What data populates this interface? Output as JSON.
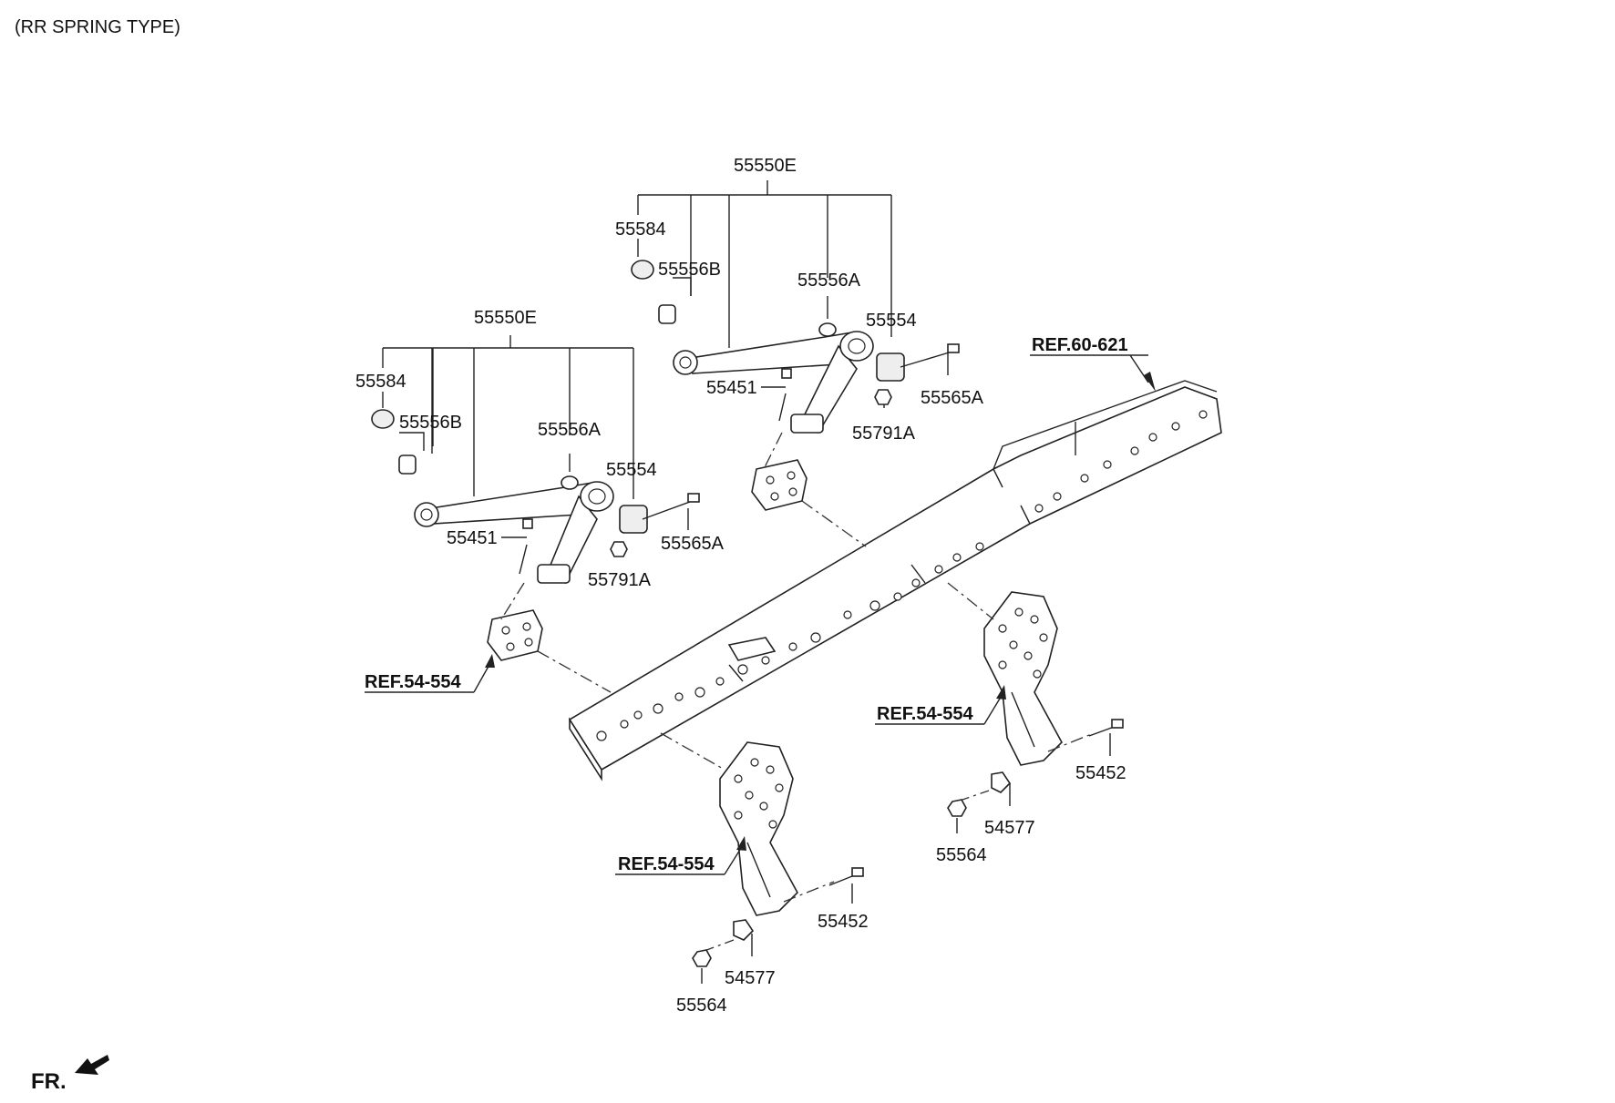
{
  "header": {
    "title": "(RR SPRING TYPE)"
  },
  "footer": {
    "direction_label": "FR."
  },
  "colors": {
    "line": "#222222",
    "background": "#ffffff"
  },
  "left_arm": {
    "assembly": "55550E",
    "bushing_cap": "55584",
    "bushing_b": "55556B",
    "bushing_a": "55556A",
    "bushing_main": "55554",
    "bolt_a": "55565A",
    "bolt_451": "55451",
    "nut_a": "55791A",
    "ref": "REF.54-554"
  },
  "right_arm": {
    "assembly": "55550E",
    "bushing_cap": "55584",
    "bushing_b": "55556B",
    "bushing_a": "55556A",
    "bushing_main": "55554",
    "bolt_a": "55565A",
    "bolt_451": "55451",
    "nut_a": "55791A"
  },
  "frame": {
    "ref": "REF.60-621"
  },
  "right_bracket": {
    "ref": "REF.54-554",
    "bolt": "55452",
    "clip": "54577",
    "nut": "55564"
  },
  "left_bracket": {
    "ref": "REF.54-554",
    "bolt": "55452",
    "clip": "54577",
    "nut": "55564"
  }
}
